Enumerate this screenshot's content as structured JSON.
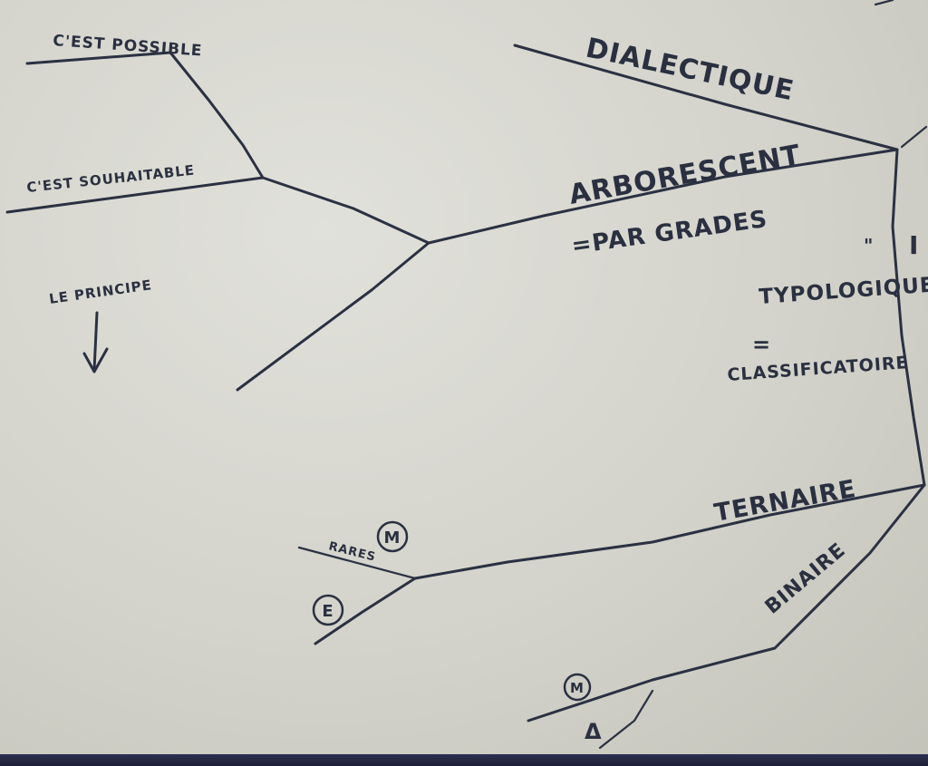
{
  "labels": {
    "cest_possible": "C'EST POSSIBLE",
    "cest_souhaitable": "C'EST SOUHAITABLE",
    "principe": "LE PRINCIPE",
    "dialectique": "DIALECTIQUE",
    "arborescent": "ARBORESCENT",
    "par_grades": "=PAR GRADES",
    "typologique": "TYPOLOGIQUE",
    "classificatoire": "CLASSIFICATOIRE",
    "ternaire": "TERNAIRE",
    "binaire": "BINAIRE",
    "rares": "RARES",
    "circle_top": "M",
    "circle_left": "E",
    "circle_bottom": "M",
    "delta": "Δ",
    "equals_1": "=",
    "equals_2": "=",
    "quote_mark": "\"",
    "right_margin": "I"
  },
  "icons": {
    "arrow": "down-arrow-icon"
  },
  "colors": {
    "ink": "#2b3142",
    "paper": "#d8d8d0"
  }
}
